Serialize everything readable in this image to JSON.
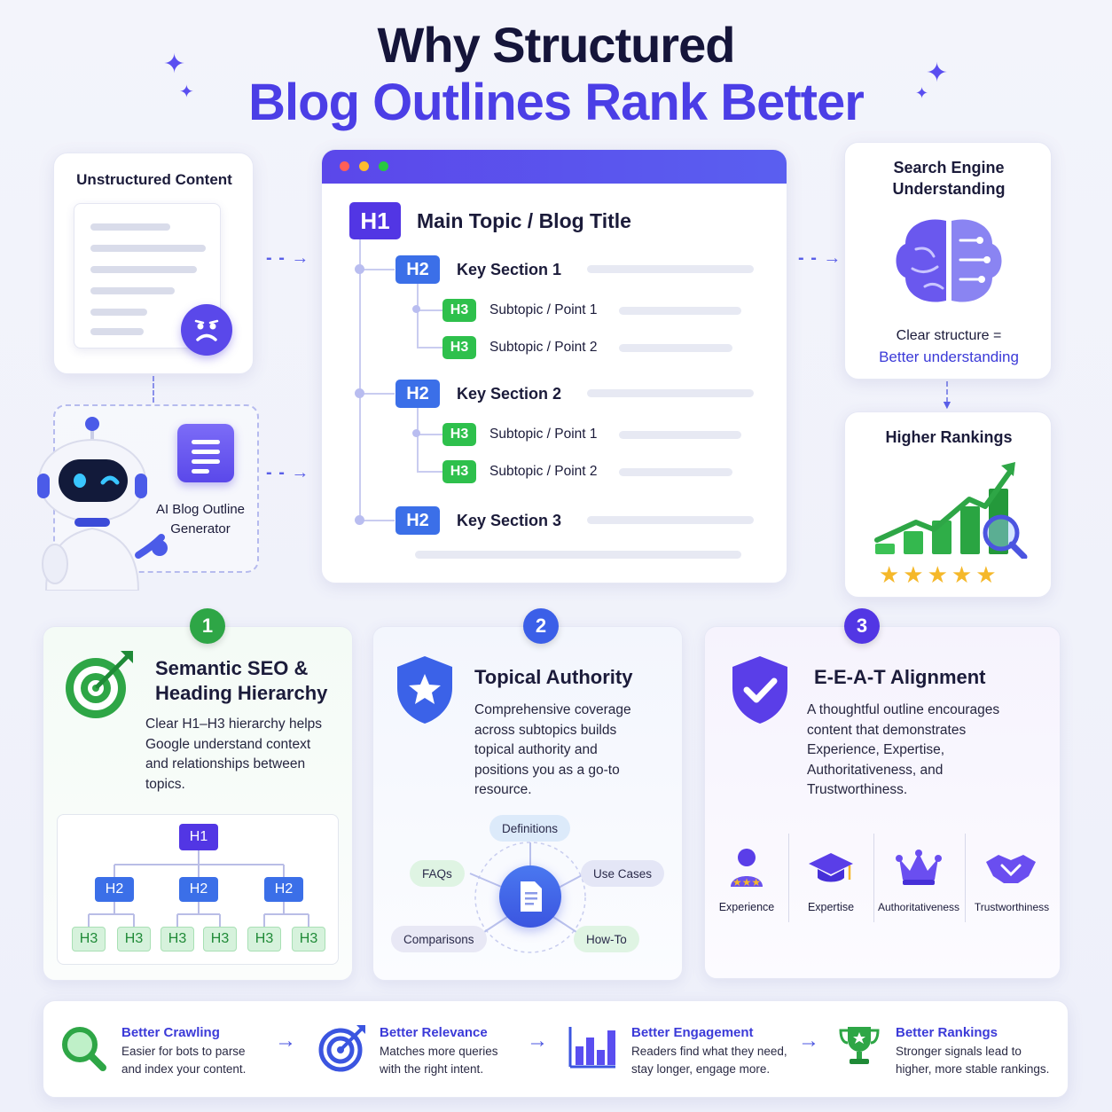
{
  "title": {
    "line1": "Why Structured",
    "line2": "Blog Outlines Rank Better"
  },
  "unstructured": {
    "label": "Unstructured Content"
  },
  "generator": {
    "label_line1": "AI Blog Outline",
    "label_line2": "Generator"
  },
  "outline": {
    "h1": {
      "tag": "H1",
      "text": "Main Topic / Blog Title"
    },
    "sections": [
      {
        "tag": "H2",
        "text": "Key Section 1",
        "subs": [
          {
            "tag": "H3",
            "text": "Subtopic / Point 1"
          },
          {
            "tag": "H3",
            "text": "Subtopic / Point 2"
          }
        ]
      },
      {
        "tag": "H2",
        "text": "Key Section 2",
        "subs": [
          {
            "tag": "H3",
            "text": "Subtopic / Point 1"
          },
          {
            "tag": "H3",
            "text": "Subtopic / Point 2"
          }
        ]
      },
      {
        "tag": "H2",
        "text": "Key Section 3"
      }
    ]
  },
  "search_engine": {
    "title_line1": "Search Engine",
    "title_line2": "Understanding",
    "caption_line1": "Clear structure =",
    "caption_line2": "Better understanding"
  },
  "rankings": {
    "title": "Higher Rankings",
    "stars": 5
  },
  "features": [
    {
      "num": "1",
      "title_line1": "Semantic SEO &",
      "title_line2": "Heading Hierarchy",
      "desc": [
        "Clear H1–H3 hierarchy helps",
        "Google understand context",
        "and relationships between",
        "topics."
      ]
    },
    {
      "num": "2",
      "title_line1": "Topical Authority",
      "desc": [
        "Comprehensive coverage",
        "across subtopics builds",
        "topical authority and",
        "positions you as a go-to",
        "resource."
      ]
    },
    {
      "num": "3",
      "title_line1": "E-E-A-T Alignment",
      "desc": [
        "A thoughtful outline encourages",
        "content that demonstrates",
        "Experience, Expertise,",
        "Authoritativeness, and",
        "Trustworthiness."
      ]
    }
  ],
  "tree": {
    "h1": "H1",
    "h2": "H2",
    "h3": "H3"
  },
  "topics": {
    "definitions": "Definitions",
    "faqs": "FAQs",
    "use_cases": "Use Cases",
    "comparisons": "Comparisons",
    "how_to": "How-To"
  },
  "eeat": [
    "Experience",
    "Expertise",
    "Authoritativeness",
    "Trustworthiness"
  ],
  "benefits": [
    {
      "title": "Better Crawling",
      "desc_line1": "Easier for bots to parse",
      "desc_line2": "and index your content."
    },
    {
      "title": "Better Relevance",
      "desc_line1": "Matches more queries",
      "desc_line2": "with the right intent."
    },
    {
      "title": "Better Engagement",
      "desc_line1": "Readers find what they need,",
      "desc_line2": "stay longer, engage more."
    },
    {
      "title": "Better Rankings",
      "desc_line1": "Stronger signals lead to",
      "desc_line2": "higher, more stable rankings."
    }
  ],
  "colors": {
    "primary": "#4b3ee6",
    "h1": "#5236e4",
    "h2": "#3b6fe8",
    "h3": "#2ec04c",
    "star": "#f5b82a"
  }
}
